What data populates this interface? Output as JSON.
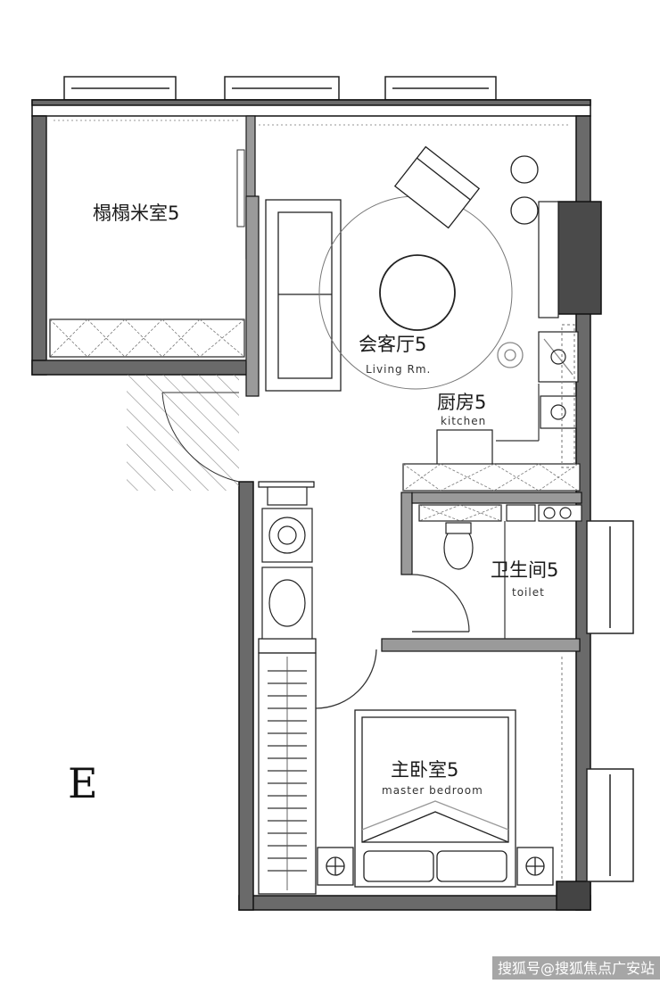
{
  "rooms": {
    "tatami": {
      "cn": "榻榻米室5"
    },
    "living": {
      "cn": "会客厅5",
      "en": "Living Rm."
    },
    "kitchen": {
      "cn": "厨房5",
      "en": "kitchen"
    },
    "toilet": {
      "cn": "卫生间5",
      "en": "toilet"
    },
    "master": {
      "cn": "主卧室5",
      "en": "master bedroom"
    }
  },
  "plate_letter": "E",
  "watermark": "搜狐号@搜狐焦点广安站"
}
